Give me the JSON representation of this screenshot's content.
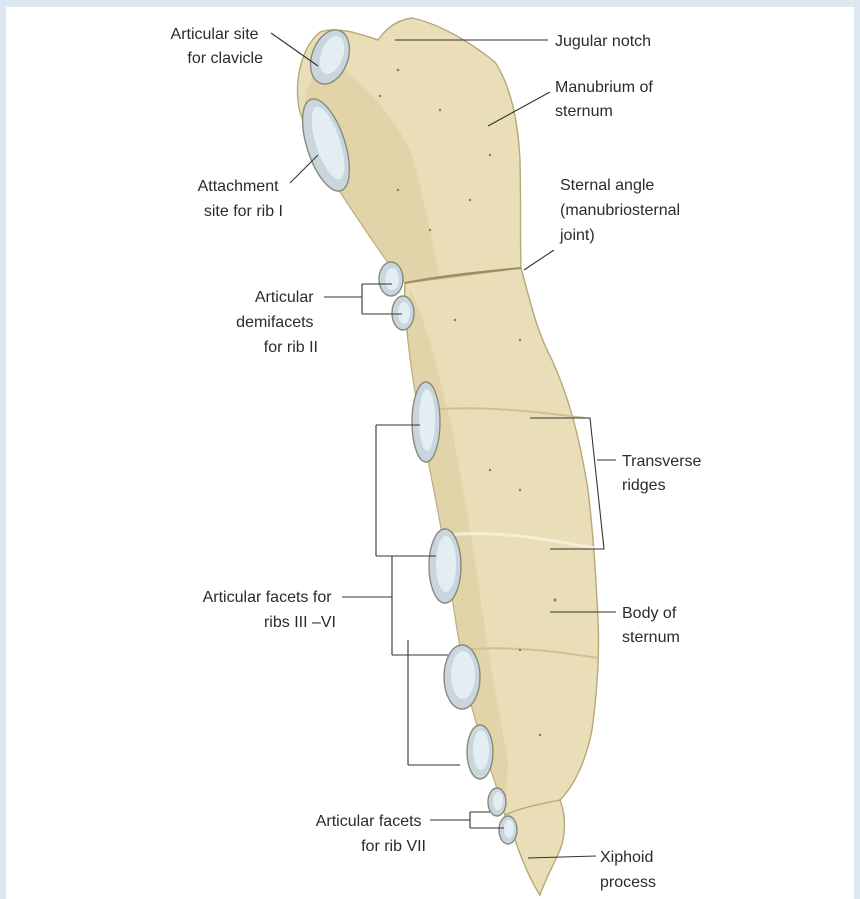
{
  "labels": {
    "articular_site_clavicle": [
      "Articular site",
      "for clavicle"
    ],
    "attachment_rib_one": [
      "Attachment",
      "site for rib I"
    ],
    "articular_demifacets": [
      "Articular",
      "demifacets",
      "for rib II"
    ],
    "articular_facets_ribs": [
      "Articular facets for",
      "ribs III –VI"
    ],
    "articular_facets_rib_seven": [
      "Articular facets",
      "for rib VII"
    ],
    "jugular_notch": [
      "Jugular notch"
    ],
    "manubrium": [
      "Manubrium of",
      "sternum"
    ],
    "sternal_angle": [
      "Sternal angle",
      "(manubriosternal",
      "joint)"
    ],
    "transverse_ridges": [
      "Transverse",
      "ridges"
    ],
    "body_of_sternum": [
      "Body of",
      "sternum"
    ],
    "xiphoid_process": [
      "Xiphoid",
      "process"
    ]
  },
  "colors": {
    "bone": "#e9deb7",
    "bone_outline": "#b7a878",
    "facet": "#c9d6de",
    "frame": "#dde7f1",
    "text": "#2b2b2b"
  }
}
